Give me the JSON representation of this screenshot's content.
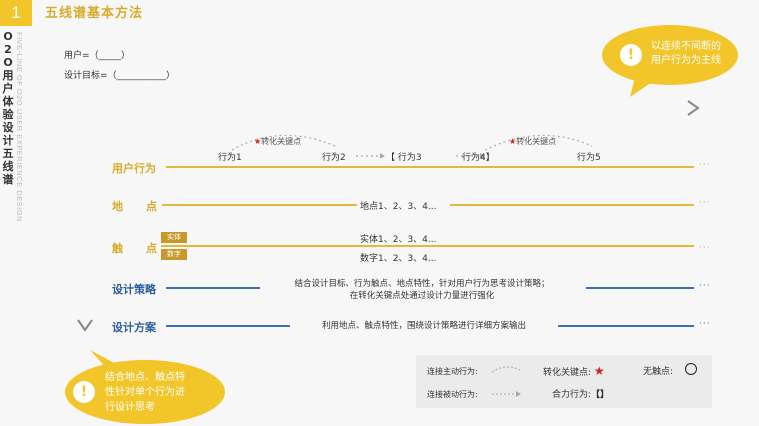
{
  "header": {
    "number": "1",
    "title": "五线谱基本方法"
  },
  "sidebar": {
    "title_cn": "O2O用户体验设计五线谱",
    "title_en": "FIVE-LINE OF O2O USER EXPERIENCE DESIGN"
  },
  "meta": {
    "user_label": "用户=（_____）",
    "goal_label": "设计目标=（___________）"
  },
  "bubbles": {
    "top": {
      "text_line1": "以连续不间断的",
      "text_line2": "用户行为为主线",
      "icon": "exclamation-icon"
    },
    "bottom": {
      "text_line1": "结合地点、触点特",
      "text_line2": "性针对单个行为进",
      "text_line3": "行设计思考",
      "icon": "exclamation-icon"
    }
  },
  "rows": {
    "behavior": {
      "label": "用户行为",
      "items": [
        "行为1",
        "行为2",
        "【 行为3",
        "行为4】",
        "行为5"
      ],
      "key_point_label": "转化关键点"
    },
    "location": {
      "label_a": "地",
      "label_b": "点",
      "text": "地点1、2、3、4..."
    },
    "touchpoint": {
      "label_a": "触",
      "label_b": "点",
      "tag1": "实体",
      "tag2": "数字",
      "text1": "实体1、2、3、4...",
      "text2": "数字1、2、3、4..."
    },
    "strategy": {
      "label": "设计策略",
      "text_line1": "结合设计目标、行为触点、地点特性，针对用户行为思考设计策略；",
      "text_line2": "在转化关键点处通过设计力量进行强化"
    },
    "solution": {
      "label": "设计方案",
      "text": "利用地点、触点特性，围绕设计策略进行详细方案输出"
    },
    "ellipsis": "···"
  },
  "legend": {
    "active": "连接主动行为:",
    "passive": "连接被动行为:",
    "key_point": "转化关键点:",
    "combined": "合力行为:",
    "combined_symbol": "【】",
    "no_touch": "无触点:"
  },
  "colors": {
    "accent_yellow": "#f2c52a",
    "line_yellow": "#e2b93a",
    "blue": "#3a6fb0",
    "star_red": "#d42020"
  }
}
